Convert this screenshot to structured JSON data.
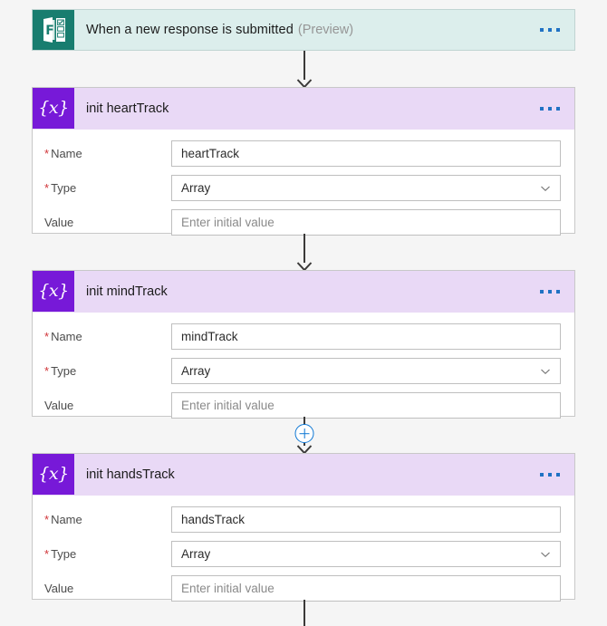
{
  "flow": {
    "trigger": {
      "icon": "microsoft-forms-icon",
      "title": "When a new response is submitted",
      "preview_label": "(Preview)",
      "menu_label": "...",
      "header_color": "#dceeec",
      "icon_color": "#187d6f"
    },
    "labels": {
      "name": "Name",
      "type": "Type",
      "value": "Value",
      "required_marker": "*"
    },
    "icon_glyph": "{x}",
    "accent_purple": "#7719d8",
    "header_lavender": "#e9d9f6",
    "link_blue": "#0f78d4",
    "actions": [
      {
        "id": "heartTrack",
        "title": "init heartTrack",
        "name_value": "heartTrack",
        "type_value": "Array",
        "value_placeholder": "Enter initial value",
        "menu_label": "..."
      },
      {
        "id": "mindTrack",
        "title": "init mindTrack",
        "name_value": "mindTrack",
        "type_value": "Array",
        "value_placeholder": "Enter initial value",
        "menu_label": "..."
      },
      {
        "id": "handsTrack",
        "title": "init handsTrack",
        "name_value": "handsTrack",
        "type_value": "Array",
        "value_placeholder": "Enter initial value",
        "menu_label": "..."
      }
    ],
    "insert_button": {
      "label": "+",
      "name": "insert-new-step-button"
    }
  }
}
